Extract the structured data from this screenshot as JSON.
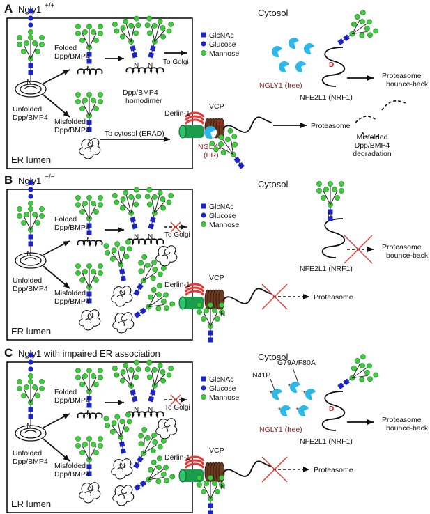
{
  "panels": [
    {
      "letter": "A",
      "title_main": "Ngly1",
      "title_sup": "+/+",
      "cytosol": "Cytosol",
      "legend": [
        "GlcNAc",
        "Glucose",
        "Mannose"
      ],
      "folded": [
        "Folded",
        "Dpp/BMP4"
      ],
      "unfolded": [
        "Unfolded",
        "Dpp/BMP4"
      ],
      "misfolded": [
        "Misfolded",
        "Dpp/BMP4"
      ],
      "to_golgi": "To Golgi",
      "dimer": [
        "Dpp/BMP4",
        "homodimer"
      ],
      "to_cytosol": "To cytosol (ERAD)",
      "er_lumen": "ER lumen",
      "derlin": "Derlin-1",
      "vcp": "VCP",
      "ngly1_er": [
        "NGLY1",
        "(ER)"
      ],
      "ngly1_free": "NGLY1 (free)",
      "nfe2l1": "NFE2L1 (NRF1)",
      "proteasome": "Proteasome",
      "bounce": [
        "Proteasome",
        "bounce-back"
      ],
      "degradation": [
        "Misfolded",
        "Dpp/BMP4",
        "degradation"
      ],
      "n": "N",
      "d": "D"
    },
    {
      "letter": "B",
      "title_main": "Ngly1",
      "title_sup": "−/−",
      "cytosol": "Cytosol",
      "legend": [
        "GlcNAc",
        "Glucose",
        "Mannose"
      ],
      "folded": [
        "Folded",
        "Dpp/BMP4"
      ],
      "unfolded": [
        "Unfolded",
        "Dpp/BMP4"
      ],
      "misfolded": [
        "Misfolded",
        "Dpp/BMP4"
      ],
      "to_golgi": "To Golgi",
      "er_lumen": "ER lumen",
      "derlin": "Derlin-1",
      "vcp": "VCP",
      "nfe2l1": "NFE2L1 (NRF1)",
      "proteasome": "Proteasome",
      "bounce": [
        "Proteasome",
        "bounce-back"
      ],
      "n": "N"
    },
    {
      "letter": "C",
      "title_main": "Ngly1 with impaired ER association",
      "cytosol": "Cytosol",
      "legend": [
        "GlcNAc",
        "Glucose",
        "Mannose"
      ],
      "folded": [
        "Folded",
        "Dpp/BMP4"
      ],
      "unfolded": [
        "Unfolded",
        "Dpp/BMP4"
      ],
      "misfolded": [
        "Misfolded",
        "Dpp/BMP4"
      ],
      "to_golgi": "To Golgi",
      "er_lumen": "ER lumen",
      "derlin": "Derlin-1",
      "vcp": "VCP",
      "mut1": "G79A/F80A",
      "mut2": "N41P",
      "ngly1_free": "NGLY1 (free)",
      "nfe2l1": "NFE2L1 (NRF1)",
      "proteasome": "Proteasome",
      "bounce": [
        "Proteasome",
        "bounce-back"
      ],
      "n": "N",
      "d": "D"
    }
  ],
  "colors": {
    "glcnac": "#1a24c9",
    "glucose": "#1a24c9",
    "mannose": "#3ecb3e",
    "ngly1": "#2bb7e8",
    "derlin": "#1a9e4b",
    "vcp": "#6b3a1f",
    "derlin_loop": "#e53935"
  }
}
